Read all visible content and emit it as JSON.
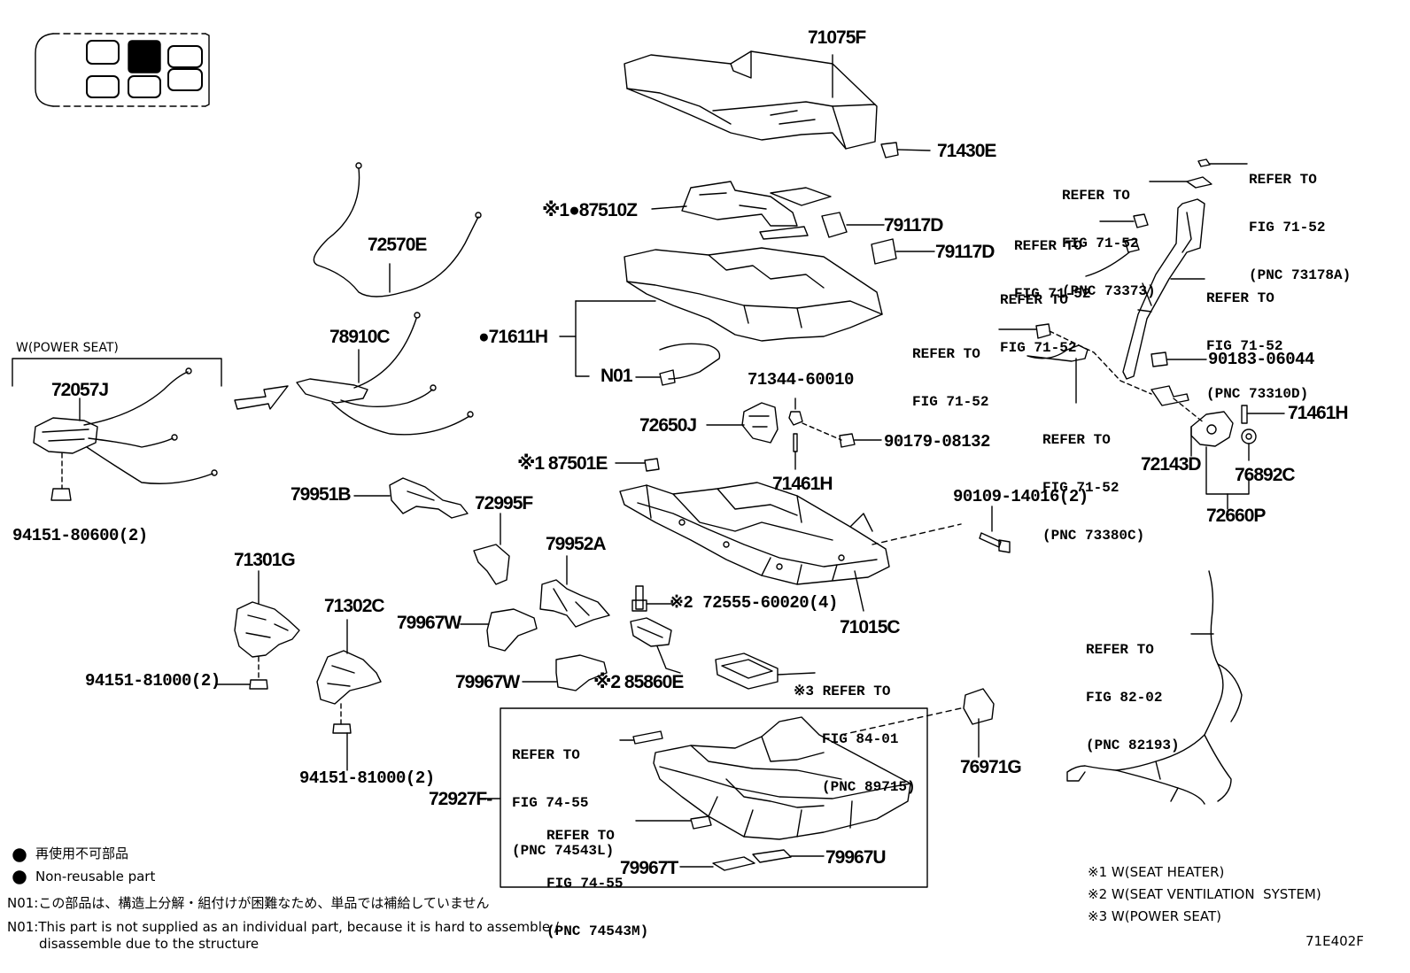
{
  "diagram_code": "71E402F",
  "group_label": "W(POWER SEAT)",
  "parts": {
    "p71075F": "71075F",
    "p71430E": "71430E",
    "p87510Z": "※1●87510Z",
    "p79117D_a": "79117D",
    "p79117D_b": "79117D",
    "p72570E": "72570E",
    "p71611H": "●71611H",
    "pN01": "N01",
    "p78910C": "78910C",
    "p72057J": "72057J",
    "p94151_80600": "94151-80600(2)",
    "p71344_60010": "71344-60010",
    "p72650J": "72650J",
    "p90179_08132": "90179-08132",
    "p87501E": "※1 87501E",
    "p71461H_a": "71461H",
    "p79951B": "79951B",
    "p72995F": "72995F",
    "p90109_14016": "90109-14016(2)",
    "p71301G": "71301G",
    "p79952A": "79952A",
    "p72555_60020": "※2 72555-60020(4)",
    "p71015C": "71015C",
    "p71302C": "71302C",
    "p79967W_a": "79967W",
    "p79967W_b": "79967W",
    "p85860E": "※2 85860E",
    "p94151_81000_a": "94151-81000(2)",
    "p94151_81000_b": "94151-81000(2)",
    "p76971G": "76971G",
    "p72927F": "72927F-",
    "p79967T": "79967T",
    "p79967U": "79967U",
    "p90183_06044": "90183-06044",
    "p71461H_b": "71461H",
    "p72143D": "72143D",
    "p76892C": "76892C",
    "p72660P": "72660P"
  },
  "refs": {
    "r_73178A": [
      "REFER TO",
      "FIG 71-52",
      "(PNC 73178A)"
    ],
    "r_73373": [
      "REFER TO",
      "FIG 71-52",
      "(PNC 73373)"
    ],
    "r_plain1": [
      "REFER TO",
      "FIG 71-52"
    ],
    "r_plain2": [
      "REFER TO",
      "FIG 71-52"
    ],
    "r_73310D": [
      "REFER TO",
      "FIG 71-52",
      "(PNC 73310D)"
    ],
    "r_plain3": [
      "REFER TO",
      "FIG 71-52"
    ],
    "r_73380C": [
      "REFER TO",
      "FIG 71-52",
      "(PNC 73380C)"
    ],
    "r_89715": [
      "※3 REFER TO",
      "FIG 84-01",
      "(PNC 89715)"
    ],
    "r_82193": [
      "REFER TO",
      "FIG 82-02",
      "(PNC 82193)"
    ],
    "r_74543L": [
      "REFER TO",
      "FIG 74-55",
      "(PNC 74543L)"
    ],
    "r_74543M": [
      "REFER TO",
      "FIG 74-55",
      "(PNC 74543M)"
    ]
  },
  "legend": {
    "jp_nonreusable": "再使用不可部品",
    "en_nonreusable": "Non-reusable part",
    "n01_jp": "N01:この部品は、構造上分解・組付けが困難なため、単品では補給していません",
    "n01_en_1": "N01:This part is not supplied as an individual part, because it is hard to assemble /",
    "n01_en_2": "disassemble due to the structure",
    "fn1": "※1 W(SEAT HEATER)",
    "fn2": "※2 W(SEAT VENTILATION  SYSTEM)",
    "fn3": "※3 W(POWER SEAT)"
  }
}
